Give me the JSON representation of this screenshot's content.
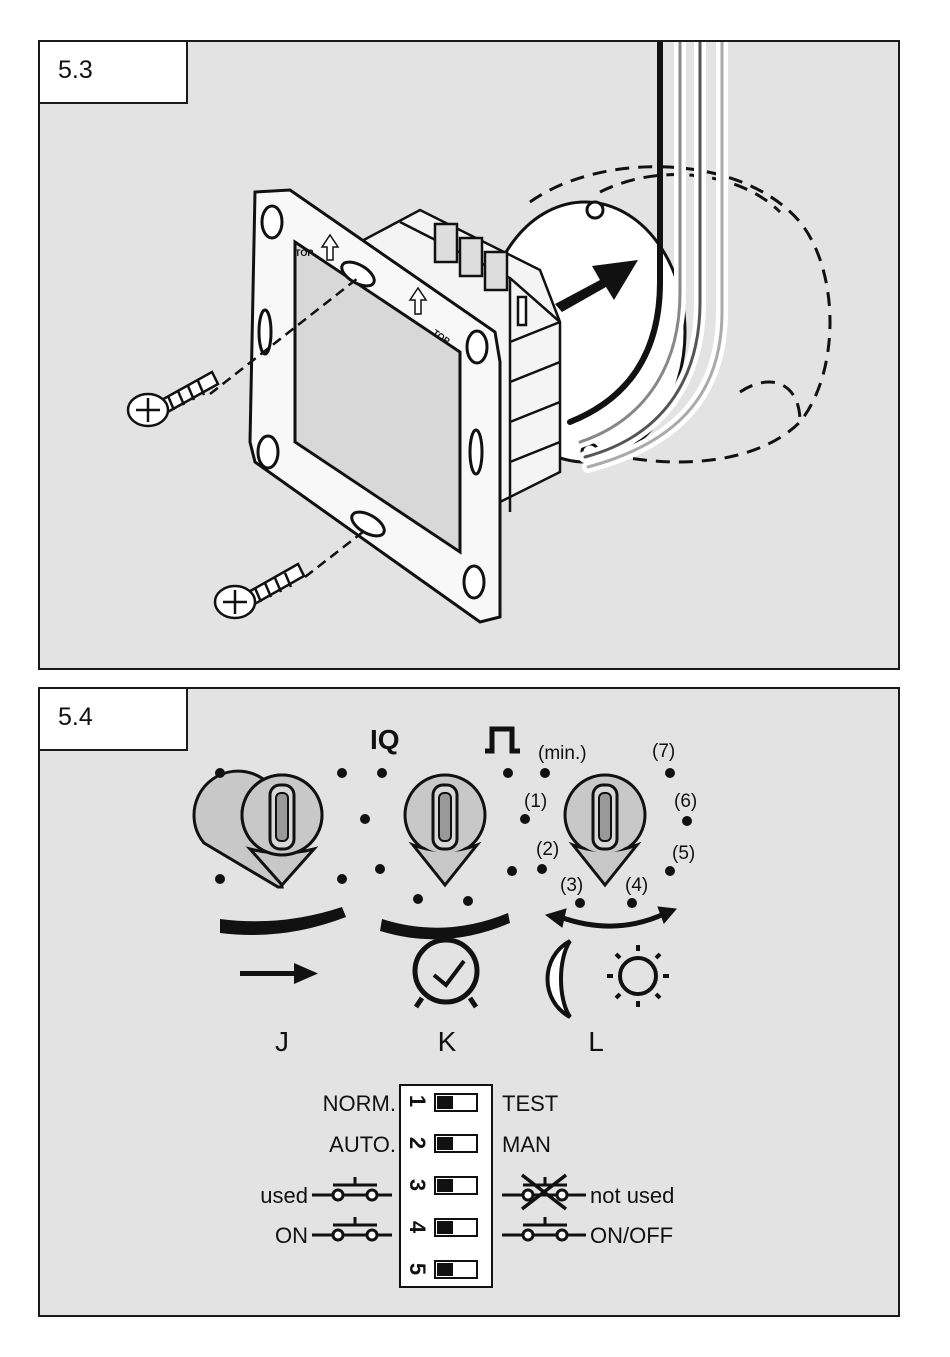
{
  "panel_53": {
    "label": "5.3",
    "frame_text_top": "TOP"
  },
  "panel_54": {
    "label": "5.4",
    "top_labels": {
      "iq": "IQ",
      "impulse_symbol": "⎍"
    },
    "knob_l_scale": [
      "(min.)",
      "(1)",
      "(2)",
      "(3)",
      "(4)",
      "(5)",
      "(6)",
      "(7)"
    ],
    "knob_letters": [
      "J",
      "K",
      "L"
    ],
    "icons": [
      "arrow-right-icon",
      "clock-icon",
      "moon-icon",
      "sun-icon"
    ],
    "dip_switches": [
      {
        "num": "1",
        "left": "NORM.",
        "right": "TEST"
      },
      {
        "num": "2",
        "left": "AUTO.",
        "right": "MAN"
      },
      {
        "num": "3",
        "left": "used",
        "right": "not used"
      },
      {
        "num": "4",
        "left": "ON",
        "right": "ON/OFF"
      },
      {
        "num": "5",
        "left": "",
        "right": ""
      }
    ]
  }
}
